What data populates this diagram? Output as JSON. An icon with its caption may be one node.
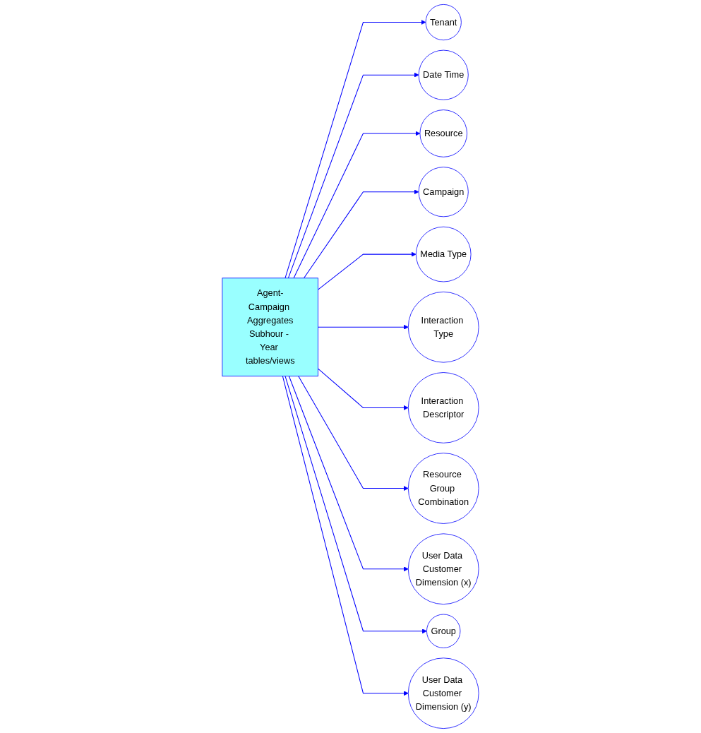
{
  "diagram": {
    "nodes": [
      {
        "text": [
          "Agent-Campaign Aggregates",
          "Subhour - Year tables/views"
        ]
      },
      {
        "text": [
          "Tenant"
        ]
      },
      {
        "text": [
          "Date Time"
        ]
      },
      {
        "text": [
          "Resource"
        ]
      },
      {
        "text": [
          "Campaign"
        ]
      },
      {
        "text": [
          "Media Type"
        ]
      },
      {
        "text": [
          "Interaction Type"
        ]
      },
      {
        "text": [
          "Interaction Descriptor"
        ]
      },
      {
        "text": [
          "Resource Group Combination"
        ]
      },
      {
        "text": [
          "User Data Customer Dimension (x)"
        ]
      },
      {
        "text": [
          "Group"
        ]
      },
      {
        "text": [
          "User Data Customer Dimension (y)"
        ]
      }
    ],
    "edges": [
      {
        "from": 0,
        "to": 1,
        "arrow": "to"
      },
      {
        "from": 0,
        "to": 2,
        "arrow": "to"
      },
      {
        "from": 0,
        "to": 3,
        "arrow": "to"
      },
      {
        "from": 0,
        "to": 4,
        "arrow": "to"
      },
      {
        "from": 0,
        "to": 5,
        "arrow": "to"
      },
      {
        "from": 0,
        "to": 6,
        "arrow": "to"
      },
      {
        "from": 0,
        "to": 7,
        "arrow": "to"
      },
      {
        "from": 0,
        "to": 8,
        "arrow": "to"
      },
      {
        "from": 0,
        "to": 9,
        "arrow": "to"
      },
      {
        "from": 0,
        "to": 10,
        "arrow": "to"
      },
      {
        "from": 0,
        "to": 11,
        "arrow": "to"
      }
    ]
  }
}
